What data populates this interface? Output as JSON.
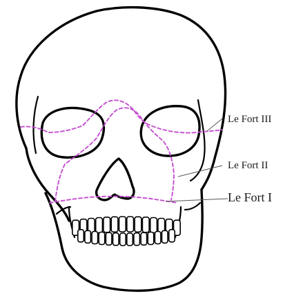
{
  "diagram": {
    "colors": {
      "outline": "#000000",
      "fracture_lines": "#c44fd0",
      "leader_lines": "#555555",
      "label_text": "#1a1a1a"
    },
    "labels": [
      {
        "id": "le-fort-iii",
        "text": "Le Fort III"
      },
      {
        "id": "le-fort-ii",
        "text": "Le Fort II"
      },
      {
        "id": "le-fort-i",
        "text": "Le Fort I"
      }
    ]
  }
}
